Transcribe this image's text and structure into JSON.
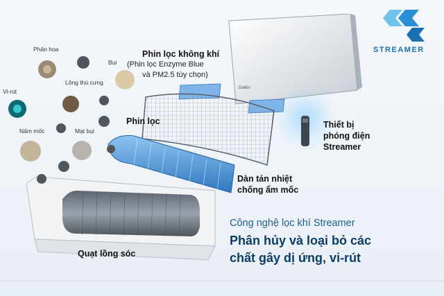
{
  "brand": {
    "logo_text": "STREAMER",
    "accent": "#2a8fd6"
  },
  "allergens": [
    {
      "label": "Phấn hoa"
    },
    {
      "label": "Bụi"
    },
    {
      "label": "Lông thú cưng"
    },
    {
      "label": "Vi-rút"
    },
    {
      "label": "Nấm mốc"
    },
    {
      "label": "Mạt bụi"
    }
  ],
  "callouts": {
    "air_filter_title": "Phin lọc không khí",
    "air_filter_sub_1": "(Phin lọc Enzyme Blue",
    "air_filter_sub_2": "và PM2.5 tùy chọn)",
    "filter": "Phin lọc",
    "streamer_device_1": "Thiết bị",
    "streamer_device_2": "phóng điện",
    "streamer_device_3": "Streamer",
    "heat_exchanger_1": "Dàn tản nhiệt",
    "heat_exchanger_2": "chống ẩm mốc",
    "fan": "Quạt lồng sóc"
  },
  "headline": {
    "line1": "Công nghệ lọc khí Streamer",
    "line2": "Phân hủy và loại bỏ các",
    "line3": "chất gây dị ứng, vi-rút"
  },
  "panel_brand": "Daikin"
}
